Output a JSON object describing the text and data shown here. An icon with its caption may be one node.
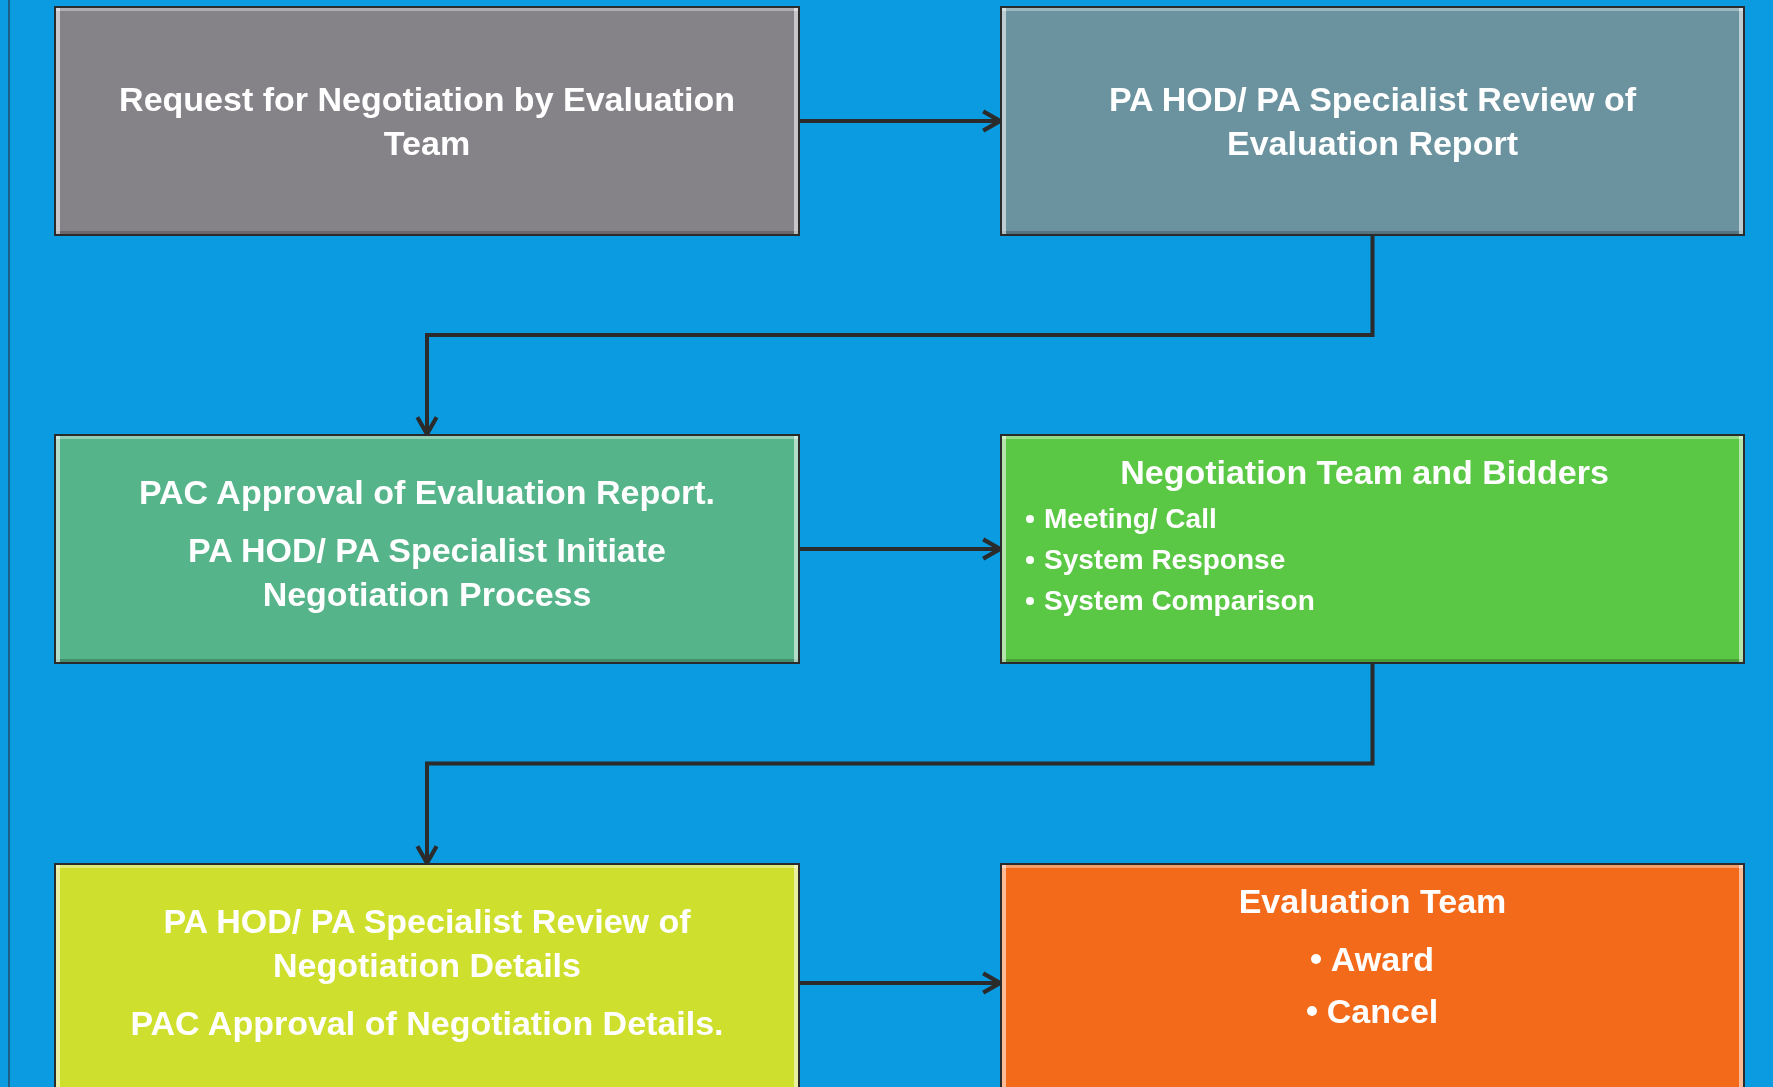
{
  "diagram": {
    "nodes": [
      {
        "text": [
          "Request for Negotiation by Evaluation Team"
        ]
      },
      {
        "text": [
          "PA HOD/ PA Specialist Review of Evaluation Report"
        ]
      },
      {
        "text": [
          "PAC Approval of Evaluation Report.",
          "PA HOD/ PA Specialist Initiate Negotiation Process"
        ]
      },
      {
        "text": [
          "Negotiation Team and Bidders",
          "Meeting/ Call",
          "System Response",
          "System Comparison"
        ]
      },
      {
        "text": [
          "PA HOD/ PA Specialist Review of Negotiation Details",
          "PAC Approval of Negotiation Details."
        ]
      },
      {
        "text": [
          "Evaluation Team",
          "Award",
          "Cancel"
        ]
      }
    ],
    "edges": [
      {
        "from": 0,
        "to": 1,
        "arrow": "to"
      },
      {
        "from": 1,
        "to": 2,
        "arrow": "to"
      },
      {
        "from": 2,
        "to": 3,
        "arrow": "to"
      },
      {
        "from": 3,
        "to": 4,
        "arrow": "to"
      },
      {
        "from": 4,
        "to": 5,
        "arrow": "to"
      }
    ]
  }
}
